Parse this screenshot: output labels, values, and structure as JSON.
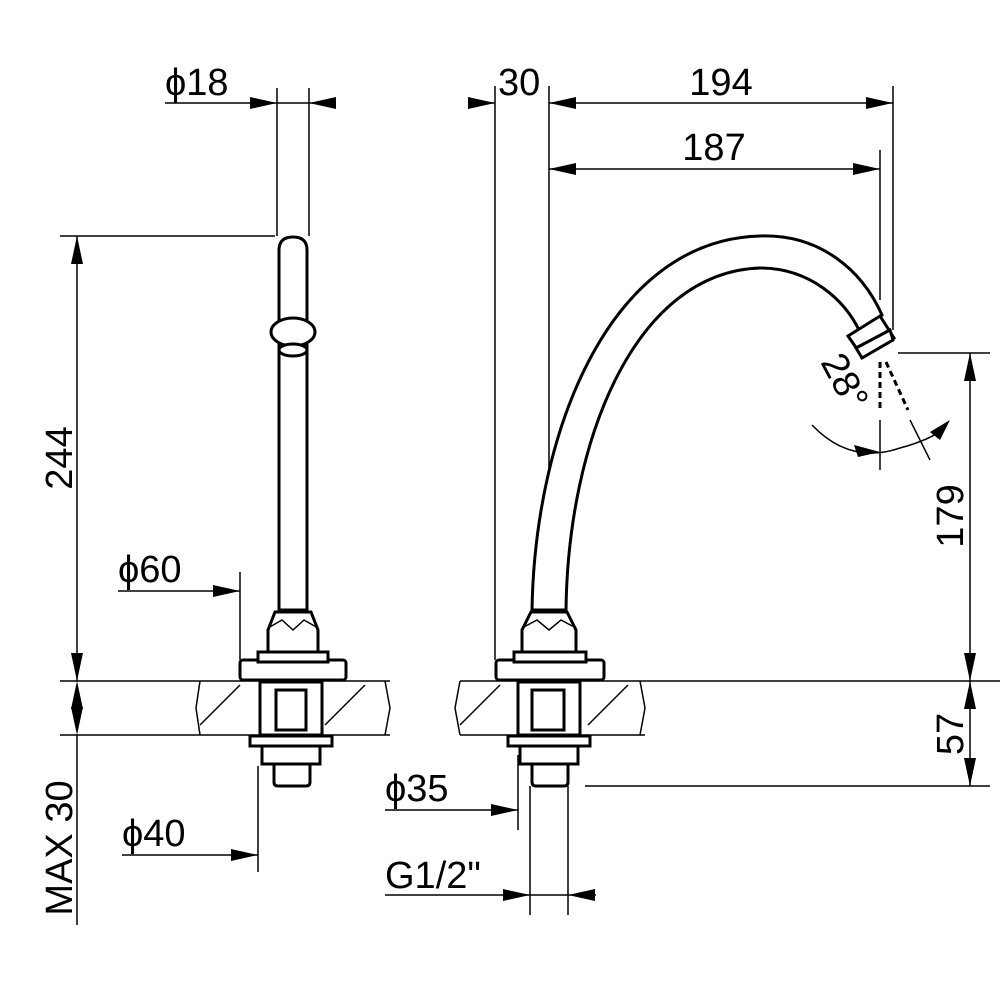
{
  "dimensions": {
    "pipe_diameter": "ϕ18",
    "total_height": "244",
    "flange_diameter": "ϕ60",
    "max_thickness": "MAX 30",
    "nut_diameter": "ϕ40",
    "offset_width": "30",
    "spout_reach": "194",
    "outlet_reach": "187",
    "spray_angle": "28°",
    "spout_height": "179",
    "base_height": "57",
    "shank_diameter": "ϕ35",
    "thread_size": "G1/2\""
  }
}
